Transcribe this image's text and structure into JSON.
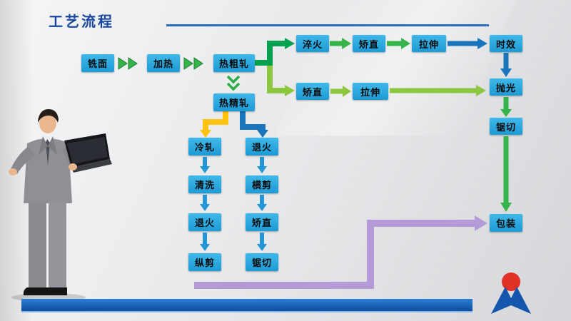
{
  "slide": {
    "title": "工艺流程"
  },
  "flow": {
    "nodes": {
      "mill": "铣面",
      "heat": "加热",
      "hot_rough_roll": "热粗轧",
      "quench": "淬火",
      "straighten_top": "矫直",
      "stretch_top": "拉伸",
      "aging": "时效",
      "straighten_mid": "矫直",
      "stretch_mid": "拉伸",
      "polish": "抛光",
      "saw_right": "锯切",
      "hot_finish_roll": "热精轧",
      "cold_roll": "冷轧",
      "anneal_right_col": "退火",
      "clean": "清洗",
      "cross_shear": "横剪",
      "anneal_left_col": "退火",
      "straighten_bottom": "矫直",
      "slit_shear": "纵剪",
      "saw_bottom": "锯切",
      "pack": "包装"
    },
    "colors": {
      "node_fill": "#2aabe2",
      "green": "#35b44a",
      "dark_green": "#00a14f",
      "light_green": "#8dc63f",
      "yellow": "#ffc20e",
      "blue": "#1b75bb",
      "cyan": "#2496d3",
      "purple": "#b49bd8",
      "title_blue": "#17479e",
      "footer_blue": "#1565c0"
    }
  }
}
